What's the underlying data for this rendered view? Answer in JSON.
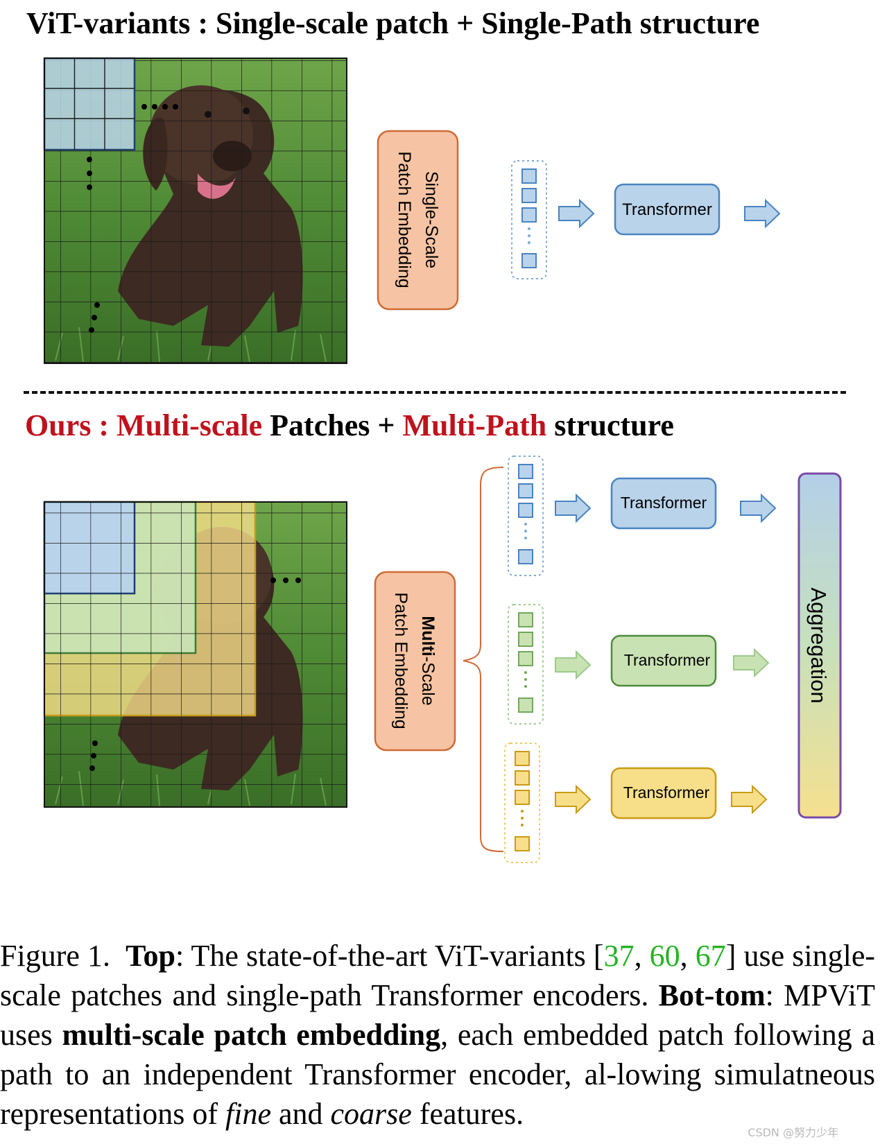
{
  "top_title": "ViT-variants : Single-scale patch + Single-Path structure",
  "bottom_title": {
    "part1": "Ours : Multi-scale",
    "part2": " Patches + ",
    "part3": "Multi-Path",
    "part4": " structure"
  },
  "top_panel": {
    "embedding_line1": "Single-Scale",
    "embedding_line2": "Patch Embedding",
    "transformer_label": "Transformer"
  },
  "bottom_panel": {
    "embedding_bold": "Multi",
    "embedding_rest": "-Scale",
    "embedding_line2": "Patch Embedding",
    "transformers": [
      "Transformer",
      "Transformer",
      "Transformer"
    ],
    "aggregation_label": "Aggregation"
  },
  "colors": {
    "blue": "#b9d3ea",
    "blue_border": "#4a83c0",
    "green": "#c9e2b3",
    "green_border": "#70a85a",
    "yellow": "#f7df8a",
    "yellow_border": "#c99a16",
    "orange": "#f6c4a4",
    "orange_border": "#cf6b35",
    "purple": "#7b4aa8",
    "title_red": "#c0121c",
    "cite_green": "#22b422"
  },
  "caption": {
    "fig": "Figure 1.",
    "top_label": "Top",
    "text1": ": The state-of-the-art ViT-variants [",
    "cite1": "37",
    "sep1": ", ",
    "cite2": "60",
    "sep2": ", ",
    "cite3": "67",
    "text2": "] use single-scale patches and single-path Transformer encoders. ",
    "bottom_label": "Bot-tom",
    "text3": ": MPViT uses ",
    "bold_phrase": "multi-scale patch embedding",
    "text4": ", each embedded patch following a path to an independent Transformer encoder, al-lowing simulatneous representations of ",
    "fine": "fine",
    "text5": " and ",
    "coarse": "coarse",
    "text6": " features."
  },
  "watermark": "CSDN @努力少年"
}
